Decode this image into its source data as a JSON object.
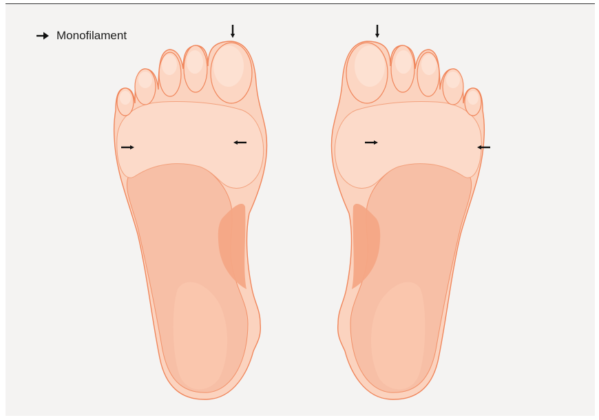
{
  "legend": {
    "label": "Monofilament",
    "icon": "arrow-right-icon"
  },
  "colors": {
    "background": "#f4f3f2",
    "skin_light": "#fbd3bf",
    "skin_mid": "#f7bca2",
    "skin_dark": "#f4a785",
    "outline": "#f0855a",
    "arrow": "#111111"
  },
  "test_sites": [
    {
      "foot": "left",
      "site": "great-toe",
      "arrow": "down"
    },
    {
      "foot": "left",
      "site": "first-metatarsal-head",
      "arrow": "left"
    },
    {
      "foot": "left",
      "site": "fifth-metatarsal-head",
      "arrow": "right"
    },
    {
      "foot": "right",
      "site": "great-toe",
      "arrow": "down"
    },
    {
      "foot": "right",
      "site": "first-metatarsal-head",
      "arrow": "right"
    },
    {
      "foot": "right",
      "site": "fifth-metatarsal-head",
      "arrow": "left"
    }
  ]
}
